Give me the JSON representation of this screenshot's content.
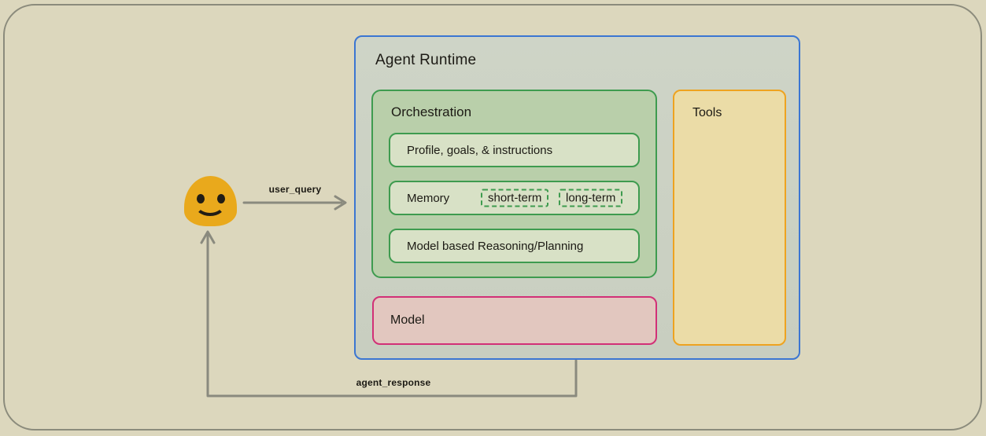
{
  "diagram": {
    "user": {
      "icon": "smiley-user-icon"
    },
    "wires": {
      "user_query_label": "user_query",
      "agent_response_label": "agent_response"
    },
    "agent_runtime": {
      "title": "Agent Runtime",
      "orchestration": {
        "title": "Orchestration",
        "items": [
          {
            "label": "Profile, goals, & instructions"
          },
          {
            "label": "Memory",
            "tags": [
              "short-term",
              "long-term"
            ]
          },
          {
            "label": "Model based Reasoning/Planning"
          }
        ]
      },
      "model": {
        "label": "Model"
      },
      "tools": {
        "label": "Tools"
      }
    },
    "colors": {
      "background": "#dcd7bd",
      "frame_border": "#8b8b7c",
      "runtime_border": "#3b76d2",
      "runtime_fill": "#cbd1c3",
      "green_border": "#3e9b4f",
      "orchestration_fill": "#b9cfaa",
      "item_fill": "#d8e1c6",
      "model_border": "#d23077",
      "model_fill": "#e2c7bf",
      "tools_border": "#eea320",
      "tools_fill": "#ebdca7",
      "wire": "#8a8a7e",
      "user_icon": "#e9a91c"
    }
  }
}
